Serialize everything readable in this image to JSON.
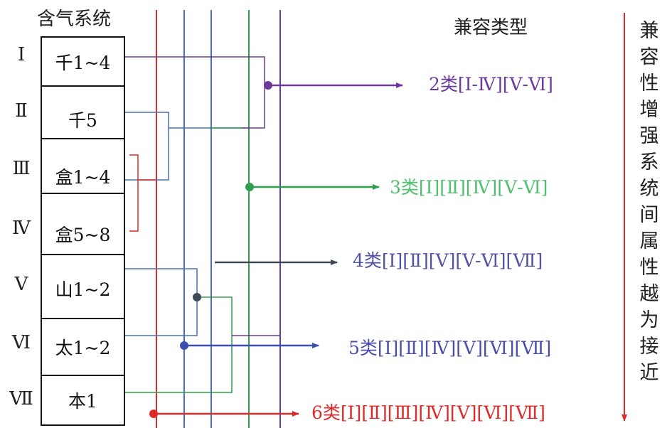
{
  "left_title": "含气系统",
  "right_title": "兼容类型",
  "systems": [
    {
      "roman": "Ⅰ",
      "cell": "千1~4"
    },
    {
      "roman": "Ⅱ",
      "cell": "千5"
    },
    {
      "roman": "Ⅲ",
      "cell": "盒1~4"
    },
    {
      "roman": "Ⅳ",
      "cell": "盒5~8"
    },
    {
      "roman": "Ⅴ",
      "cell": "山1~2"
    },
    {
      "roman": "Ⅵ",
      "cell": "太1~2"
    },
    {
      "roman": "Ⅶ",
      "cell": "本1"
    }
  ],
  "types": [
    {
      "label": "2类[Ⅰ-Ⅳ][Ⅴ-Ⅵ]",
      "color": "#6a3a9c"
    },
    {
      "label": "3类[Ⅰ][Ⅱ][Ⅳ][Ⅴ-Ⅵ]",
      "color": "#4fbf6e"
    },
    {
      "label": "4类[Ⅰ][Ⅱ][Ⅴ][Ⅴ-Ⅵ][Ⅶ]",
      "color": "#5252a6"
    },
    {
      "label": "5类[Ⅰ][Ⅱ][Ⅳ][Ⅴ][Ⅵ][Ⅶ]",
      "color": "#4a4ea8"
    },
    {
      "label": "6类[Ⅰ][Ⅱ][Ⅲ][Ⅳ][Ⅴ][Ⅵ][Ⅶ]",
      "color": "#e02a2a"
    }
  ],
  "side_note": [
    "兼",
    "容",
    "性",
    "增",
    "强",
    "系",
    "统",
    "间",
    "属",
    "性",
    "越",
    "为",
    "接",
    "近"
  ],
  "colors": {
    "red": "#e02a2a",
    "blue": "#4a6fb0",
    "purple": "#6a3a9c",
    "green": "#2f9e4f",
    "dark": "#3f4a57",
    "arrow_blue": "#3a4fb0"
  }
}
